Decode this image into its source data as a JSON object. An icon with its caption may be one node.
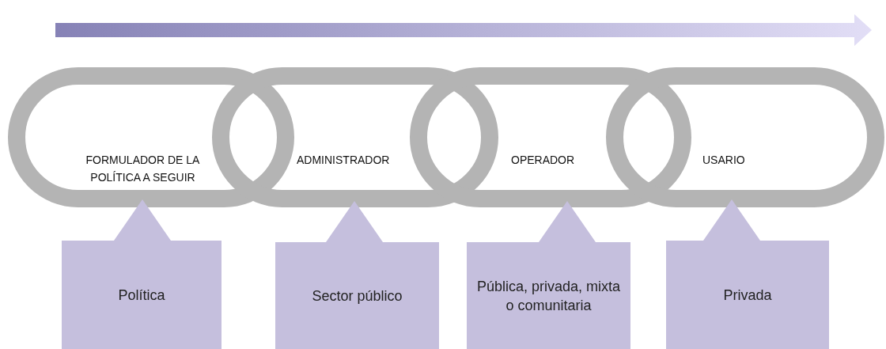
{
  "diagram": {
    "nodes": [
      {
        "text": [
          "FORMULADOR DE LA POLÍTICA A SEGUIR"
        ]
      },
      {
        "text": [
          "ADMINISTRADOR"
        ]
      },
      {
        "text": [
          "OPERADOR"
        ]
      },
      {
        "text": [
          "USARIO"
        ]
      },
      {
        "text": [
          "Política"
        ]
      },
      {
        "text": [
          "Sector público"
        ]
      },
      {
        "text": [
          "Pública, privada, mixta o comunitaria"
        ]
      },
      {
        "text": [
          "Privada"
        ]
      }
    ]
  }
}
